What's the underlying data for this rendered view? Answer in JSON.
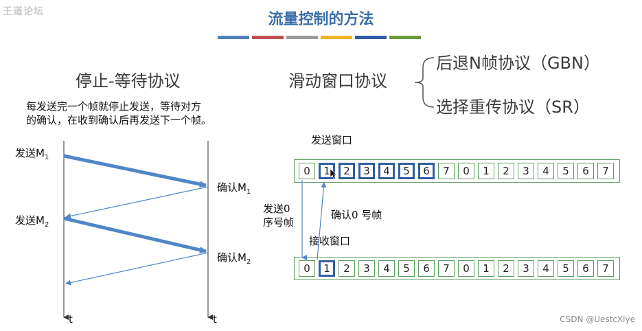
{
  "watermark": {
    "logo_text": "王道论坛",
    "credit": "CSDN @UestcXiye"
  },
  "title": "流量控制的方法",
  "color_bar": [
    "#4f81bd",
    "#c0504d",
    "#9b9b9b",
    "#f0b323",
    "#2e5ea8",
    "#6a9a3a"
  ],
  "stop_and_wait": {
    "heading": "停止-等待协议",
    "description_line1": "每发送完一个帧就停止发送，等待对方",
    "description_line2": "的确认，在收到确认后再发送下一个帧。",
    "send_m1": "发送M",
    "send_m1_sub": "1",
    "ack_m1": "确认M",
    "ack_m1_sub": "1",
    "send_m2": "发送M",
    "send_m2_sub": "2",
    "ack_m2": "确认M",
    "ack_m2_sub": "2",
    "time_left": "t",
    "time_right": "t"
  },
  "sliding_window": {
    "heading": "滑动窗口协议",
    "gbn": "后退N帧协议（GBN）",
    "sr": "选择重传协议（SR）",
    "send_window_label": "发送窗口",
    "recv_window_label": "接收窗口",
    "send_frame_line1": "发送0",
    "send_frame_line2": "序号帧",
    "ack_frame": "确认0 号帧",
    "send_sequence": [
      "0",
      "1",
      "2",
      "3",
      "4",
      "5",
      "6",
      "7",
      "0",
      "1",
      "2",
      "3",
      "4",
      "5",
      "6",
      "7"
    ],
    "send_window_range": [
      1,
      6
    ],
    "recv_sequence": [
      "0",
      "1",
      "2",
      "3",
      "4",
      "5",
      "6",
      "7",
      "0",
      "1",
      "2",
      "3",
      "4",
      "5",
      "6",
      "7"
    ],
    "recv_window_range": [
      1,
      1
    ]
  }
}
